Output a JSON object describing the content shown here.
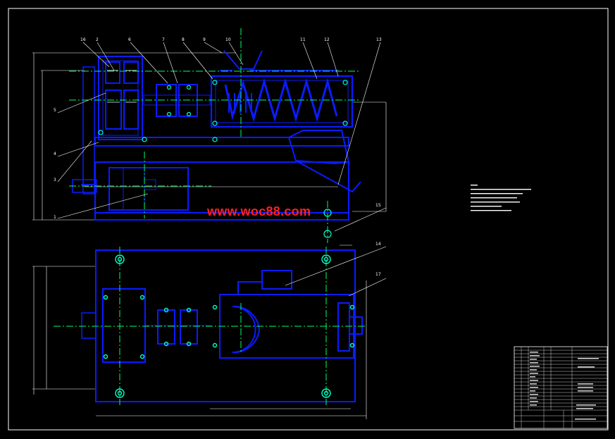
{
  "watermark": "www.woc88.com",
  "part_balloons": [
    "1",
    "2",
    "3",
    "4",
    "5",
    "6",
    "7",
    "8",
    "9",
    "10",
    "11",
    "12",
    "13",
    "14",
    "15",
    "16",
    "17"
  ],
  "colors": {
    "background": "#000000",
    "outline": "#0b1bff",
    "centerline": "#00ff66",
    "dimension": "#ffffff",
    "watermark": "#ff2020",
    "bolt": "#00ffcc",
    "frame": "#ffffff"
  },
  "icons": [
    "gear-icon",
    "motor-icon",
    "screw-conveyor-icon",
    "hopper-icon",
    "bolt-icon"
  ]
}
